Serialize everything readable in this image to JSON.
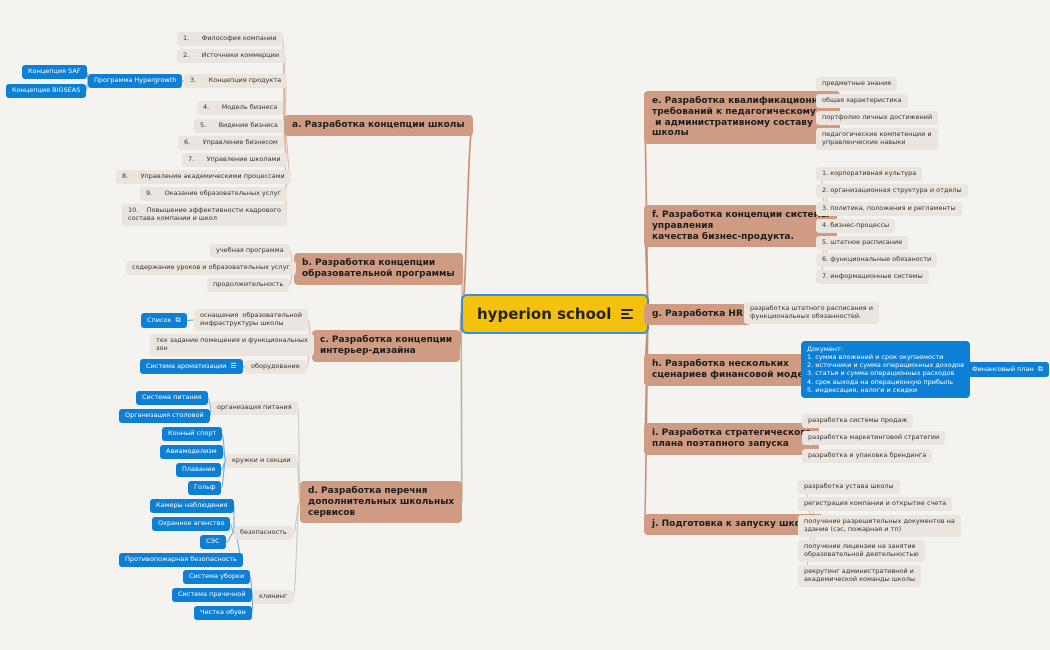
{
  "center": {
    "label": "hyperion school"
  },
  "branches": {
    "a": {
      "label": "a. Разработка концепции школы",
      "items": [
        "1.      Философия компании",
        "2.      Источники коммерции",
        "3.      Концепция продукта",
        "4.      Модель бизнеса",
        "5.      Видение бизнеса",
        "6.      Управление бизнесом",
        "7.      Управление школами",
        "8.      Управление академическими процессами",
        "9.      Оказание образовательных услуг",
        "10.    Повышение эффективности кадрового\nсостава компании и школ"
      ],
      "hypergrowth": "Программа Hypergrowth",
      "saf": "Концепция SAF",
      "bigseas": "Концепция BIGSEAS"
    },
    "b": {
      "label": "b. Разработка концепции\nобразовательной программы",
      "items": [
        "учебная программа",
        "содержание уроков и образовательных услуг",
        "продолжительность"
      ]
    },
    "c": {
      "label": "c. Разработка концепции\nинтерьер-дизайна",
      "items": [
        "оснащения  образовательной\nинфраструктуры школы",
        "тех задание помещения и функциональных\nзон",
        "оборудование"
      ],
      "list_link": "Список",
      "aroma": "Система ароматизации"
    },
    "d": {
      "label": "d. Разработка перечня\nдополнительных школьных\nсервисов",
      "groups": [
        "организация питания",
        "кружки и секции",
        "безопасность",
        "клининг"
      ],
      "food": [
        "Система питания",
        "Организация столовой"
      ],
      "clubs": [
        "Конный спорт",
        "Авиамоделизм",
        "Плавание",
        "Гольф"
      ],
      "security": [
        "Камеры наблюдения",
        "Охранное агенство",
        "СЭС",
        "Противопожарная безопасность"
      ],
      "cleaning": [
        "Система уборки",
        "Система прачечной",
        "Чистка обуви"
      ]
    },
    "e": {
      "label": "e. Разработка квалификационных\nтребований к педагогическому\n и административному составу\nшколы",
      "items": [
        "предметные знания",
        "общая характеристика",
        "портфолио личных достижений",
        "педагогические компетенции и\nуправленческие навыки"
      ]
    },
    "f": {
      "label": "f. Разработка концепции системы\nуправления\nкачества бизнес-продукта.",
      "items": [
        "1. корпоративная культура",
        "2. организационная структура и отделы",
        "3. политика, положения и регламенты",
        "4. бизнес-процессы",
        "5. штатное расписание",
        "6. функциональные обязаности",
        "7. информационные системы"
      ]
    },
    "g": {
      "label": "g. Разработка HR",
      "items": [
        "разработка штатного расписания и\nфункциональных обязанностей."
      ]
    },
    "h": {
      "label": "h. Разработка нескольких\nсценариев финансовой модели",
      "doc": "Документ:\n1. сумма вложений и срок окупаемости\n2. источники и сумма операционных доходов\n3. статьи и сумма операционных расходов\n4. срок выхода на операционную прибыль\n5. индексация, налоги и скидки",
      "finplan": "Финансовый план"
    },
    "i": {
      "label": "i. Разработка стратегического\nплана поэтапного запуска",
      "items": [
        "разработка системы продаж",
        "разработка маркетинговой стратегии",
        "разработка и упаковка брендинга"
      ]
    },
    "j": {
      "label": "j. Подготовка к запуску школы",
      "items": [
        "разработка устава школы",
        "регистрация компании и открытие счета",
        "получение разрешительных документов на\nздание (сэс, пожарная и тп)",
        "получение лицензии на занятие\nобразовательной деятельностью",
        "рекрутинг административной и\nакадемической команды школы"
      ]
    }
  },
  "colors": {
    "center_fill": "#f4c20d",
    "center_border": "#3a8fd6",
    "branch": "#cf9c83",
    "leaf": "#ebe5df",
    "accent": "#0d7fd4"
  }
}
